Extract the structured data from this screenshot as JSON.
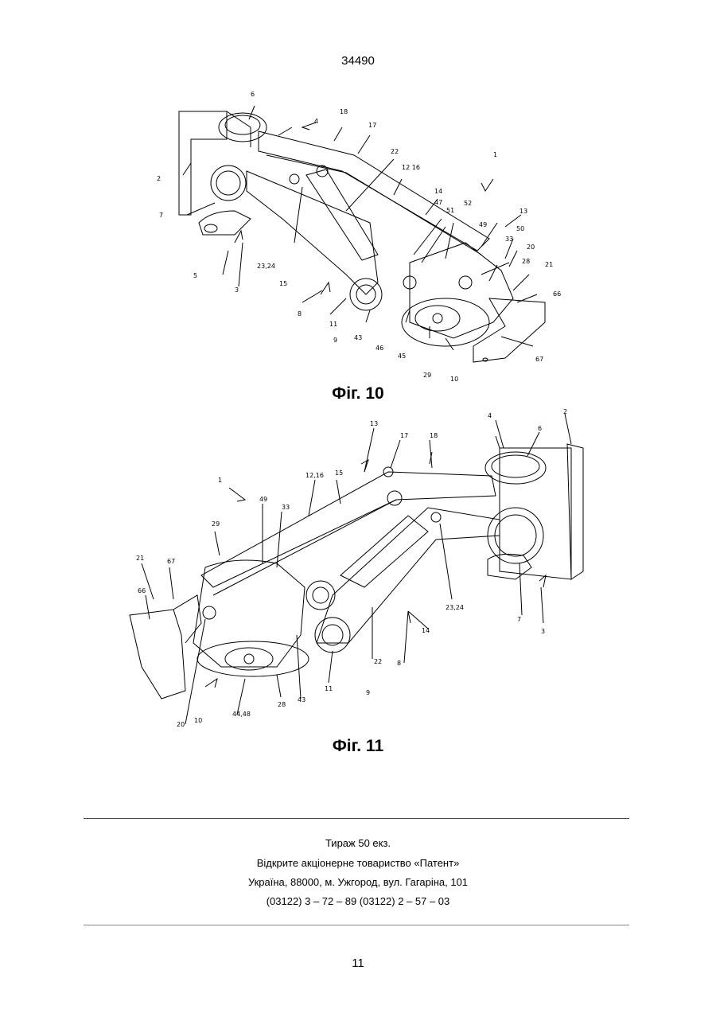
{
  "header": {
    "patent_number": "34490"
  },
  "figures": [
    {
      "caption": "Фіг. 10",
      "labels": [
        "6",
        "4",
        "18",
        "17",
        "22",
        "12 16",
        "1",
        "2",
        "7",
        "14",
        "47",
        "51",
        "52",
        "13",
        "49",
        "50",
        "33",
        "20",
        "28",
        "21",
        "66",
        "67",
        "23,24",
        "5",
        "3",
        "15",
        "8",
        "11",
        "9",
        "43",
        "46",
        "45",
        "29",
        "10"
      ]
    },
    {
      "caption": "Фіг. 11",
      "labels": [
        "13",
        "17",
        "18",
        "4",
        "6",
        "2",
        "1",
        "12,16",
        "15",
        "49",
        "33",
        "29",
        "21",
        "67",
        "66",
        "23,24",
        "7",
        "3",
        "14",
        "8",
        "22",
        "11",
        "9",
        "20",
        "10",
        "44,48",
        "28",
        "43"
      ]
    }
  ],
  "imprint": {
    "line1": "Тираж 50 екз.",
    "line2": "Відкрите акціонерне товариство «Патент»",
    "line3": "Україна, 88000, м. Ужгород, вул. Гагаріна, 101",
    "line4": "(03122) 3 – 72 – 89   (03122) 2 – 57 – 03"
  },
  "footer": {
    "page_number": "11"
  }
}
